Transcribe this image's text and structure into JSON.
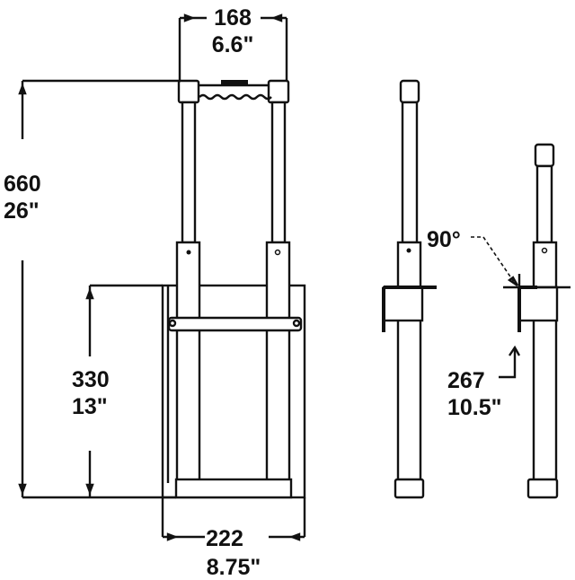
{
  "diagram": {
    "type": "dimension drawing",
    "subject": "telescoping handle assembly",
    "views": [
      "front-view",
      "side-view-extended",
      "side-view-angled"
    ],
    "dimensions": {
      "handle_width": {
        "mm": "168",
        "in": "6.6\""
      },
      "overall_height": {
        "mm": "660",
        "in": "26\""
      },
      "lower_height": {
        "mm": "330",
        "in": "13\""
      },
      "base_width": {
        "mm": "222",
        "in": "8.75\""
      },
      "angle": {
        "label": "90°"
      },
      "bracket_offset": {
        "mm": "267",
        "in": "10.5\""
      }
    },
    "colors": {
      "line": "#111111",
      "background": "#ffffff"
    }
  }
}
